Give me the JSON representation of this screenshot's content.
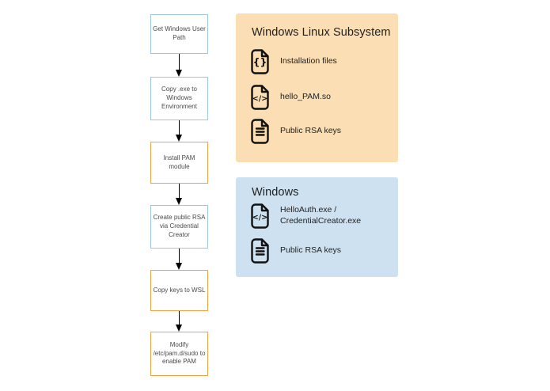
{
  "flowchart": {
    "steps": [
      {
        "label": "Get Windows User\nPath",
        "accent": "blue"
      },
      {
        "label": "Copy .exe to\nWindows\nEnvironment",
        "accent": "blue"
      },
      {
        "label": "Install PAM\nmodule",
        "accent": "orange"
      },
      {
        "label": "Create public RSA\nvia Credential\nCreator",
        "accent": "blue"
      },
      {
        "label": "Copy keys to WSL",
        "accent": "orange"
      },
      {
        "label": "Modify\n/etc/pam.d/sudo to\nenable PAM",
        "accent": "orange"
      }
    ]
  },
  "panels": [
    {
      "title": "Windows Linux Subsystem",
      "background": "#FBDEB3",
      "items": [
        {
          "icon": "braces-file-icon",
          "label": "Installation files"
        },
        {
          "icon": "code-file-icon",
          "label": "hello_PAM.so"
        },
        {
          "icon": "text-file-icon",
          "label": "Public RSA keys"
        }
      ]
    },
    {
      "title": "Windows",
      "background": "#CDE1F0",
      "items": [
        {
          "icon": "code-file-icon",
          "label": "HelloAuth.exe /\nCredentialCreator.exe"
        },
        {
          "icon": "text-file-icon",
          "label": "Public RSA keys"
        }
      ]
    }
  ],
  "colors": {
    "flow_box_border_blue": "#9CC7E0",
    "flow_box_border_orange": "#F0A347",
    "panel_wsl_background": "#FBDEB3",
    "panel_windows_background": "#CDE1F0",
    "arrow": "#000000",
    "icon_stroke": "#111111",
    "box_text": "#4A4A4A",
    "panel_text": "#222222"
  }
}
